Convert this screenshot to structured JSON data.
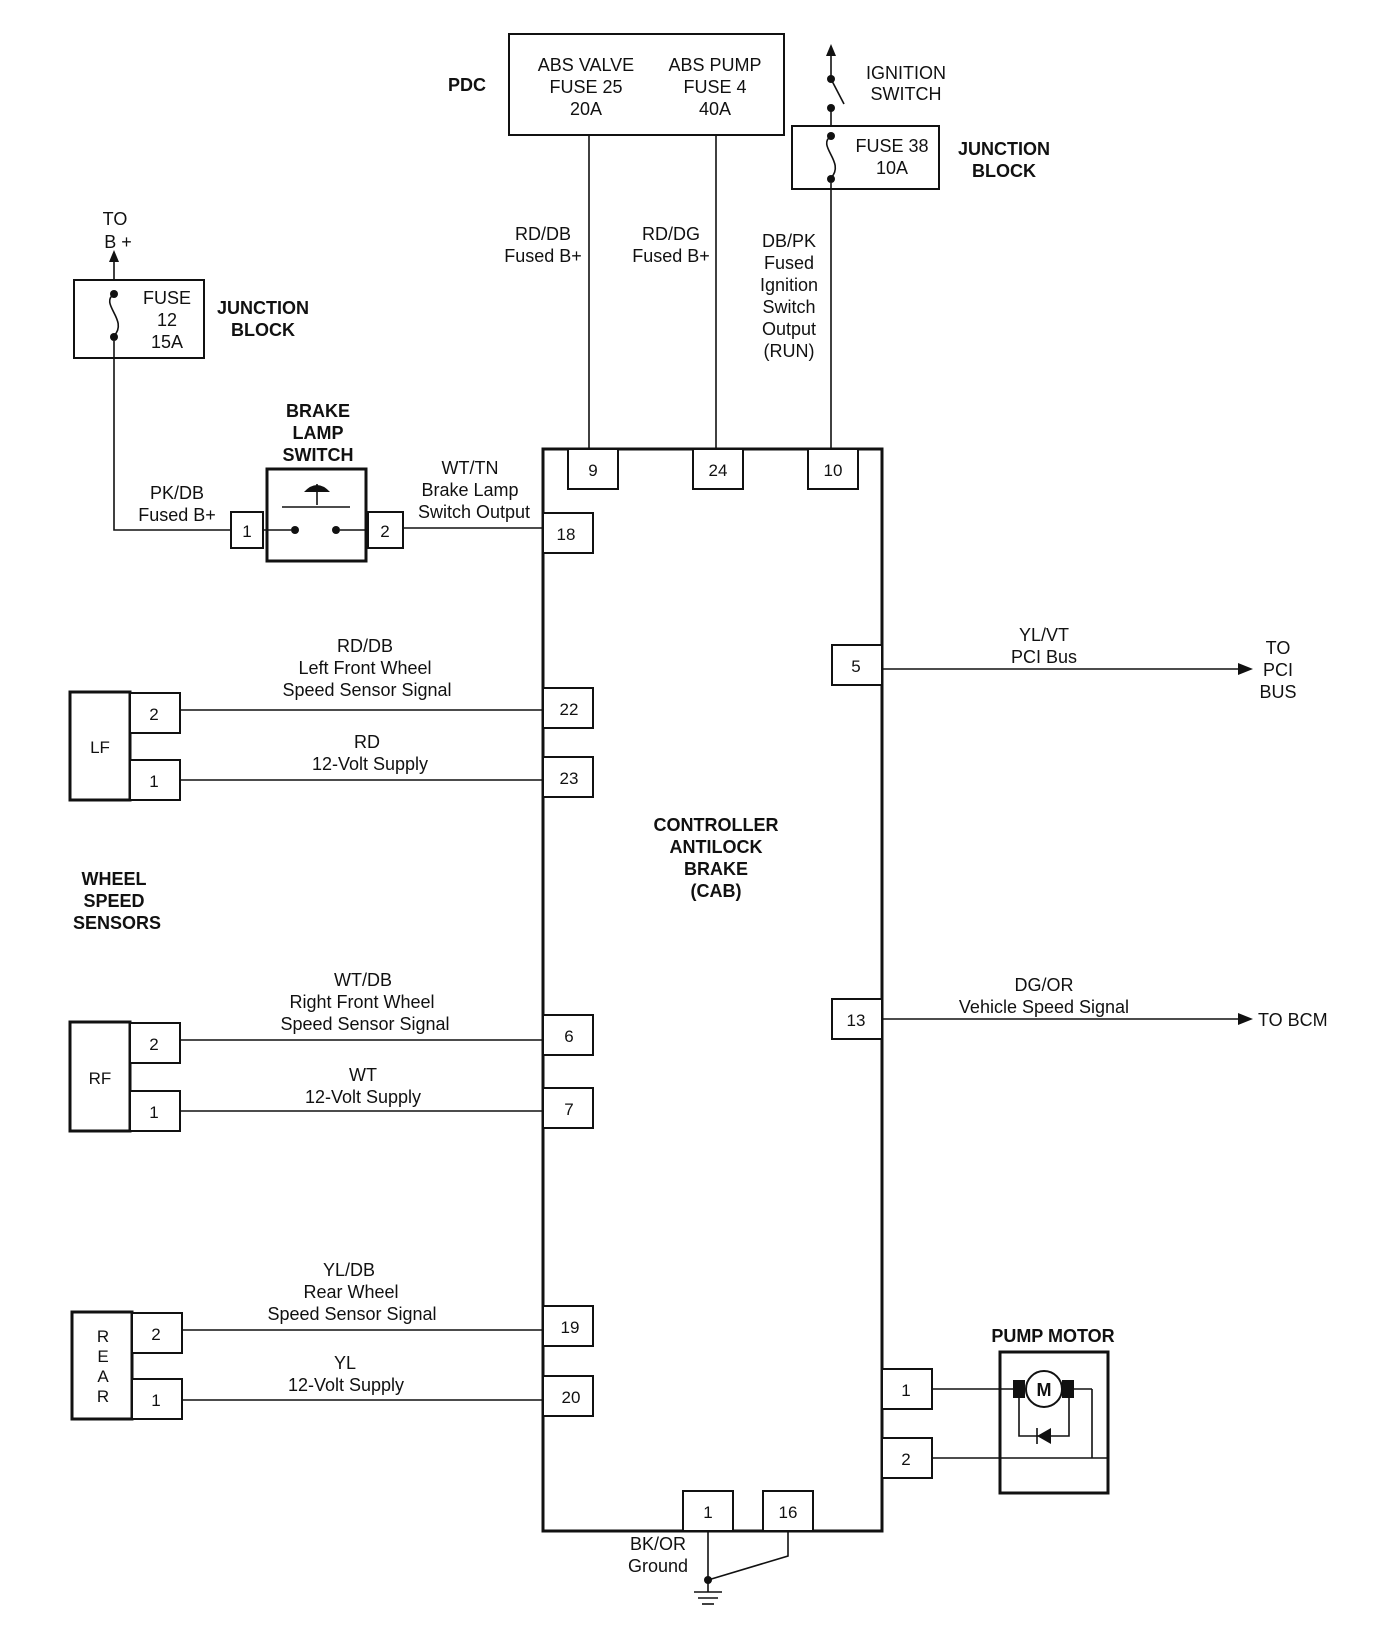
{
  "pdc": {
    "label": "PDC",
    "abs_valve": [
      "ABS VALVE",
      "FUSE 25",
      "20A"
    ],
    "abs_pump": [
      "ABS PUMP",
      "FUSE 4",
      "40A"
    ]
  },
  "ignition_switch": [
    "IGNITION",
    "SWITCH"
  ],
  "junction_block_38": {
    "fuse": [
      "FUSE 38",
      "10A"
    ],
    "label": [
      "JUNCTION",
      "BLOCK"
    ]
  },
  "to_bplus": [
    "TO",
    "B +"
  ],
  "junction_block_12": {
    "fuse": [
      "FUSE",
      "12",
      "15A"
    ],
    "label": [
      "JUNCTION",
      "BLOCK"
    ]
  },
  "brake_lamp_switch": {
    "title": [
      "BRAKE",
      "LAMP",
      "SWITCH"
    ],
    "pin1": "1",
    "pin2": "2"
  },
  "wires": {
    "pdc_valve": [
      "RD/DB",
      "Fused B+"
    ],
    "pdc_pump": [
      "RD/DG",
      "Fused B+"
    ],
    "ignition": [
      "DB/PK",
      "Fused",
      "Ignition",
      "Switch",
      "Output",
      "(RUN)"
    ],
    "brake_feed": [
      "PK/DB",
      "Fused B+"
    ],
    "brake_out": [
      "WT/TN",
      "Brake Lamp",
      "Switch Output"
    ],
    "lf_signal": [
      "RD/DB",
      "Left Front Wheel",
      "Speed Sensor Signal"
    ],
    "lf_supply": [
      "RD",
      "12-Volt Supply"
    ],
    "rf_signal": [
      "WT/DB",
      "Right Front Wheel",
      "Speed Sensor Signal"
    ],
    "rf_supply": [
      "WT",
      "12-Volt Supply"
    ],
    "rear_signal": [
      "YL/DB",
      "Rear Wheel",
      "Speed Sensor Signal"
    ],
    "rear_supply": [
      "YL",
      "12-Volt Supply"
    ],
    "pci": [
      "YL/VT",
      "PCI Bus"
    ],
    "vss": [
      "DG/OR",
      "Vehicle Speed Signal"
    ],
    "ground": [
      "BK/OR",
      "Ground"
    ]
  },
  "cab": {
    "title": [
      "CONTROLLER",
      "ANTILOCK",
      "BRAKE",
      "(CAB)"
    ],
    "pins": {
      "p9": "9",
      "p24": "24",
      "p10": "10",
      "p18": "18",
      "p22": "22",
      "p23": "23",
      "p6": "6",
      "p7": "7",
      "p19": "19",
      "p20": "20",
      "p5": "5",
      "p13": "13",
      "p1m": "1",
      "p2m": "2",
      "p1g": "1",
      "p16": "16"
    }
  },
  "destinations": {
    "pci": [
      "TO",
      "PCI",
      "BUS"
    ],
    "bcm": "TO BCM"
  },
  "sensors": {
    "group_label": [
      "WHEEL",
      "SPEED",
      "SENSORS"
    ],
    "lf": {
      "name": "LF",
      "pin2": "2",
      "pin1": "1"
    },
    "rf": {
      "name": "RF",
      "pin2": "2",
      "pin1": "1"
    },
    "rear": {
      "name": [
        "R",
        "E",
        "A",
        "R"
      ],
      "pin2": "2",
      "pin1": "1"
    }
  },
  "pump_motor": {
    "title": "PUMP MOTOR",
    "symbol": "M"
  }
}
